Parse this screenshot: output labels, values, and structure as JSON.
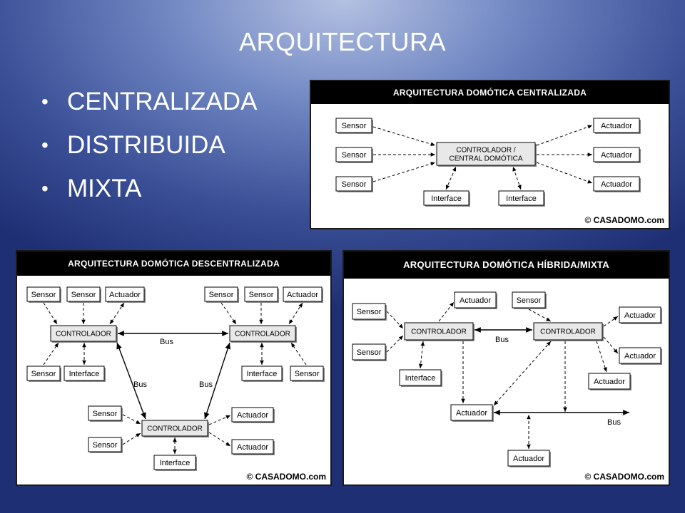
{
  "slide": {
    "title": "ARQUITECTURA",
    "bullets": [
      "CENTRALIZADA",
      "DISTRIBUIDA",
      "MIXTA"
    ]
  },
  "diagrams": {
    "centralized": {
      "title": "ARQUITECTURA DOMÓTICA CENTRALIZADA",
      "controller": [
        "CONTROLADOR /",
        "CENTRAL DOMÓTICA"
      ],
      "sensor": "Sensor",
      "actuator": "Actuador",
      "interface": "Interface",
      "copyright": "© CASADOMO.com"
    },
    "decentralized": {
      "title": "ARQUITECTURA DOMÓTICA DESCENTRALIZADA",
      "controller": "CONTROLADOR",
      "sensor": "Sensor",
      "actuator": "Actuador",
      "interface": "Interface",
      "bus": "Bus",
      "copyright": "© CASADOMO.com"
    },
    "hybrid": {
      "title": "ARQUITECTURA DOMÓTICA HÍBRIDA/MIXTA",
      "controller": "CONTROLADOR",
      "sensor": "Sensor",
      "actuator": "Actuador",
      "interface": "Interface",
      "bus": "Bus",
      "copyright": "© CASADOMO.com"
    }
  }
}
